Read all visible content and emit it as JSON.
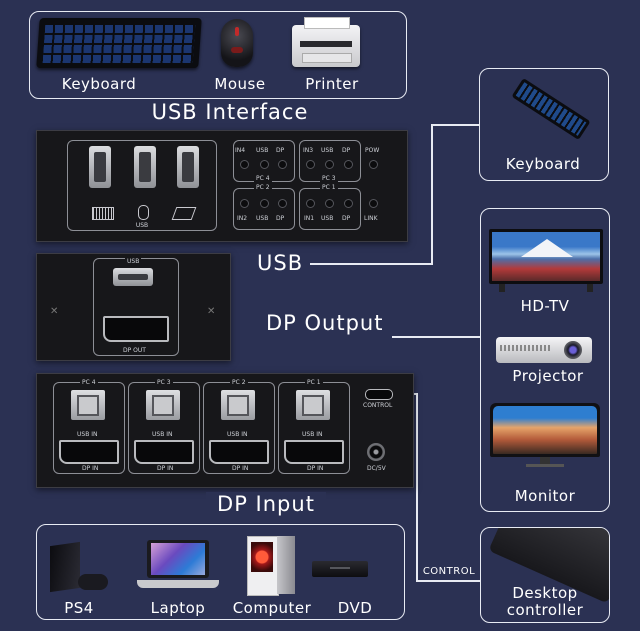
{
  "top_devices": {
    "keyboard": "Keyboard",
    "mouse": "Mouse",
    "printer": "Printer"
  },
  "usb_interface_title": "USB Interface",
  "usb_panel": {
    "usb_label": "USB",
    "pc4": {
      "name": "PC 4",
      "in": "IN4",
      "usb": "USB",
      "dp": "DP"
    },
    "pc3": {
      "name": "PC 3",
      "in": "IN3",
      "usb": "USB",
      "dp": "DP"
    },
    "pc2": {
      "name": "PC 2",
      "in": "IN2",
      "usb": "USB",
      "dp": "DP"
    },
    "pc1": {
      "name": "PC 1",
      "in": "IN1",
      "usb": "USB",
      "dp": "DP"
    },
    "pow": "POW",
    "link": "LINK"
  },
  "output_panel": {
    "usb": "USB",
    "dp_out": "DP OUT"
  },
  "usb_title": "USB",
  "dp_output_title": "DP Output",
  "right_devices": {
    "keyboard": "Keyboard",
    "hdtv": "HD-TV",
    "projector": "Projector",
    "monitor": "Monitor",
    "desktop_controller": "Desktop controller"
  },
  "input_panel": {
    "pc4": "PC 4",
    "pc3": "PC 3",
    "pc2": "PC 2",
    "pc1": "PC 1",
    "usb_in": "USB IN",
    "dp_in": "DP IN",
    "control": "CONTROL",
    "dc": "DC/5V"
  },
  "dp_input_title": "DP Input",
  "control_label": "CONTROL",
  "bottom_devices": {
    "ps4": "PS4",
    "laptop": "Laptop",
    "computer": "Computer",
    "dvd": "DVD"
  },
  "colors": {
    "background": "#2b3153",
    "outline": "#e8ebf3",
    "device_panel": "#17171a"
  }
}
